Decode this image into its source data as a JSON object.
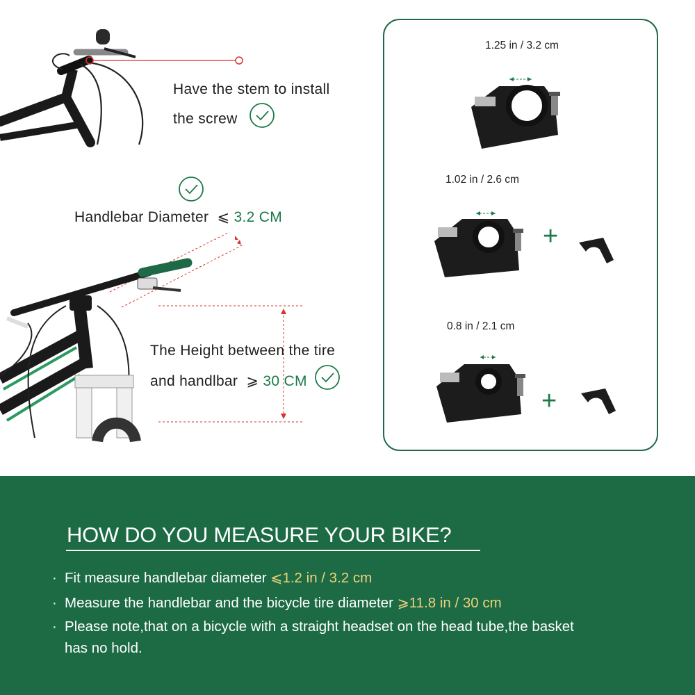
{
  "stem_note": {
    "line1": "Have the stem to install",
    "line2": "the screw"
  },
  "handlebar_note": {
    "label": "Handlebar Diameter",
    "symbol": "⩽",
    "value": "3.2 CM"
  },
  "height_note": {
    "line1": "The Height between the tire",
    "line2_label": "and handlbar",
    "symbol": "⩾",
    "value": "30 CM"
  },
  "clamps": [
    {
      "label": "1.25 in / 3.2 cm"
    },
    {
      "label": "1.02 in / 2.6 cm"
    },
    {
      "label": "0.8 in / 2.1 cm"
    }
  ],
  "plus_sign": "+",
  "measure_section": {
    "heading": "HOW DO YOU MEASURE YOUR BIKE?",
    "bullet_symbol": "·",
    "bullets": [
      {
        "text": "Fit measure handlebar diameter ",
        "highlight": "⩽1.2 in / 3.2 cm"
      },
      {
        "text": "Measure the handlebar and the bicycle tire diameter ",
        "highlight": "⩾11.8 in / 30 cm"
      },
      {
        "text_line1": "Please note,that on a bicycle with a straight headset on the head tube,the basket",
        "text_line2": "has no hold."
      }
    ]
  },
  "colors": {
    "brand_green": "#1c6b45",
    "accent_green": "#1b7a47",
    "highlight": "#f0d27a",
    "measure_red": "#d9322c"
  }
}
